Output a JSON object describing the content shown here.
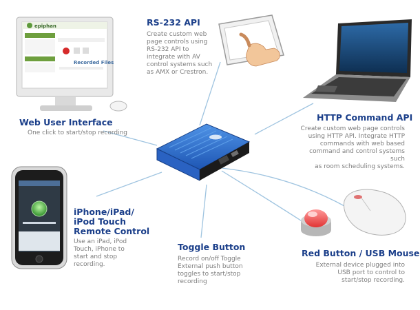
{
  "web_ui": {
    "title": "Web User Interface",
    "desc": "One click to start/stop recording",
    "logo": "epiphan",
    "recorded_files": "Recorded Files"
  },
  "rs232": {
    "title": "RS-232 API",
    "desc_lines": [
      "Create custom web",
      "page controls using",
      "RS-232 API to",
      "integrate with AV",
      "control systems such",
      "as AMX or Crestron."
    ]
  },
  "http": {
    "title": "HTTP Command API",
    "desc_lines": [
      "Create custom web page controls",
      "using HTTP API. Integrate HTTP",
      "commands with web based",
      "command and control systems such",
      "as room scheduling systems."
    ]
  },
  "iphone": {
    "title_lines": [
      "iPhone/iPad/",
      "iPod Touch",
      "Remote Control"
    ],
    "desc_lines": [
      "Use an iPad, iPod",
      "Touch, iPhone to",
      "start and stop",
      "recording."
    ]
  },
  "toggle": {
    "title": "Toggle Button",
    "desc_lines": [
      "Record on/off Toggle",
      "External push button",
      "toggles to start/stop",
      "recording"
    ]
  },
  "red_button": {
    "title": "Red Button / USB Mouse",
    "desc_lines": [
      "External device plugged into",
      "USB port to control to",
      "start/stop recording."
    ]
  },
  "colors": {
    "title": "#1b3f8a",
    "desc": "#7d7d7d",
    "device_blue": "#2f6fcf",
    "connector": "#9fc4e0"
  }
}
